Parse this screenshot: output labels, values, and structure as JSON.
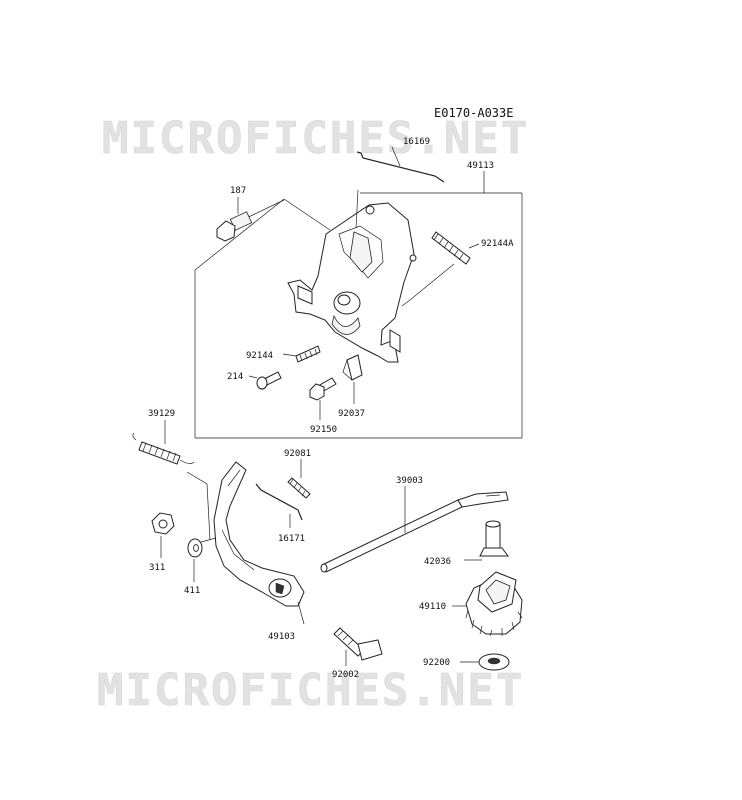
{
  "diagram_code": "E0170-A033E",
  "watermark": {
    "top": "MICROFICHES.NET",
    "bottom": "MICROFICHES.NET",
    "color": "#d6d6d6"
  },
  "part_labels": {
    "p16169": "16169",
    "p49113": "49113",
    "p187": "187",
    "p92144A": "92144A",
    "p92144": "92144",
    "p214": "214",
    "p92037": "92037",
    "p92150": "92150",
    "p39129": "39129",
    "p92081": "92081",
    "p39003": "39003",
    "p16171": "16171",
    "p311": "311",
    "p411": "411",
    "p42036": "42036",
    "p49110": "49110",
    "p49103": "49103",
    "p92200": "92200",
    "p92002": "92002"
  }
}
